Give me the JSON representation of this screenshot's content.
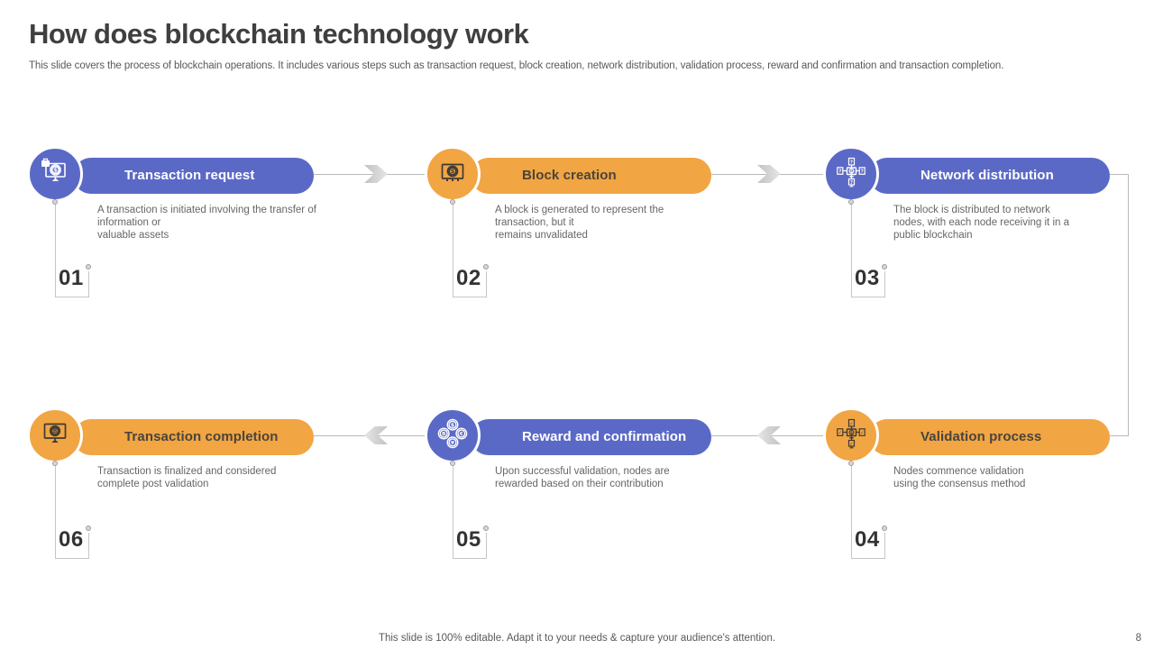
{
  "slide": {
    "title": "How does blockchain technology work",
    "subtitle": "This slide covers the process of blockchain operations. It includes various steps such as transaction request, block creation, network distribution, validation process, reward and confirmation and transaction completion.",
    "footer_note": "This slide is 100% editable. Adapt it to your needs & capture your audience's attention.",
    "page_number": "8"
  },
  "colors": {
    "blue": "#5b69c6",
    "orange": "#f1a543",
    "title_text": "#3f3f3f",
    "body_text": "#666666",
    "pill_text_on_blue": "#ffffff",
    "pill_text_on_orange": "#4a443c",
    "connector_gray": "#b9b9b9",
    "arrow_gray": "#cccccc"
  },
  "steps": [
    {
      "number": "01",
      "title": "Transaction request",
      "theme": "blue",
      "icon": "monitor-dollar-briefcase-icon",
      "description": "A transaction is initiated involving the transfer of\ninformation or\nvaluable assets"
    },
    {
      "number": "02",
      "title": "Block creation",
      "theme": "orange",
      "icon": "monitor-dollar-icon",
      "description": "A block is generated to represent the\ntransaction, but it\nremains unvalidated"
    },
    {
      "number": "03",
      "title": "Network distribution",
      "theme": "blue",
      "icon": "network-nodes-question-icon",
      "description": "The block is distributed to network\nnodes, with each node receiving it in a\npublic blockchain"
    },
    {
      "number": "04",
      "title": "Validation process",
      "theme": "orange",
      "icon": "network-nodes-check-icon",
      "description": "Nodes commence validation\nusing the consensus method"
    },
    {
      "number": "05",
      "title": "Reward and confirmation",
      "theme": "blue",
      "icon": "currency-coins-icon",
      "description": "Upon successful validation, nodes are\nrewarded based on their contribution"
    },
    {
      "number": "06",
      "title": "Transaction completion",
      "theme": "orange",
      "icon": "monitor-bitcoin-icon",
      "description": "Transaction is finalized and considered\ncomplete post validation"
    }
  ]
}
